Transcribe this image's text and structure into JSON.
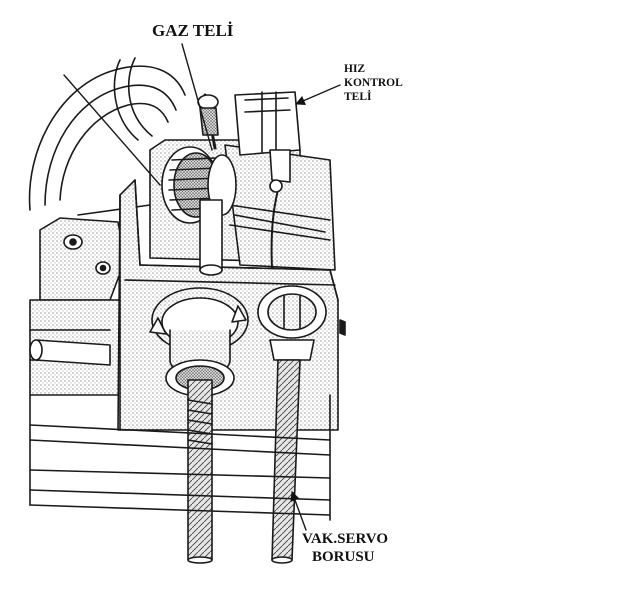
{
  "labels": {
    "gas_cable": "GAZ TELİ",
    "speed_control_cable": [
      "HIZ",
      "KONTROL",
      "TELİ"
    ],
    "vacuum_servo_hose": [
      "VAK.SERVO",
      "BORUSU"
    ]
  },
  "colors": {
    "ink": "#1a1a1a",
    "shade": "#8a8a8a",
    "background": "#ffffff"
  }
}
